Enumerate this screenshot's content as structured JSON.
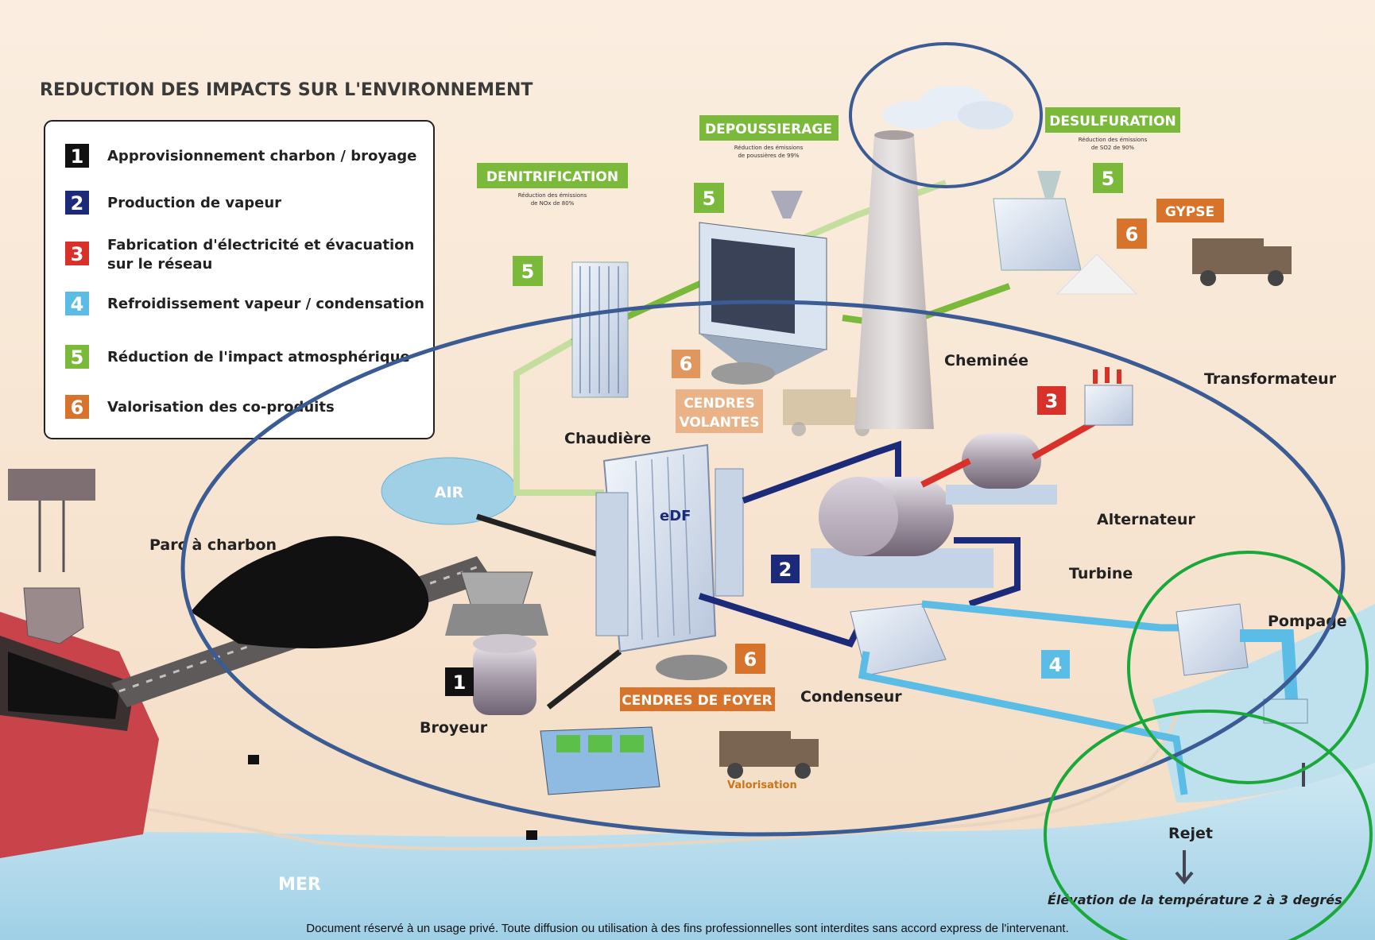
{
  "title": "REDUCTION DES IMPACTS SUR L'ENVIRONNEMENT",
  "legend": [
    {
      "num": "1",
      "text": "Approvisionnement charbon / broyage",
      "color": "#111111"
    },
    {
      "num": "2",
      "text": "Production de vapeur",
      "color": "#1c2a7a"
    },
    {
      "num": "3",
      "text": "Fabrication d'électricité et évacuation",
      "text2": "sur le réseau",
      "color": "#d9302a"
    },
    {
      "num": "4",
      "text": "Refroidissement vapeur / condensation",
      "color": "#5bbde6"
    },
    {
      "num": "5",
      "text": "Réduction de l'impact atmosphérique",
      "color": "#7ab93a"
    },
    {
      "num": "6",
      "text": "Valorisation des co-produits",
      "color": "#d7732a"
    }
  ],
  "tags": {
    "denitrification": "DENITRIFICATION",
    "denitrification_sub1": "Réduction des émissions",
    "denitrification_sub2": "de NOx de 80%",
    "depoussierage": "DEPOUSSIERAGE",
    "depoussierage_sub1": "Réduction des émissions",
    "depoussierage_sub2": "de poussières de 99%",
    "desulfuration": "DESULFURATION",
    "desulfuration_sub1": "Réduction des émissions",
    "desulfuration_sub2": "de SO2 de 90%",
    "gypse": "GYPSE",
    "cendres_volantes_1": "CENDRES",
    "cendres_volantes_2": "VOLANTES",
    "cendres_foyer": "CENDRES DE FOYER"
  },
  "labels": {
    "cheminee": "Cheminée",
    "transformateur": "Transformateur",
    "chaudiere": "Chaudière",
    "air": "AIR",
    "alternateur": "Alternateur",
    "parc": "Parc à charbon",
    "turbine": "Turbine",
    "pompage": "Pompage",
    "condenseur": "Condenseur",
    "broyeur": "Broyeur",
    "rejet": "Rejet",
    "mer": "MER",
    "elevation": "Élévation de la température 2 à 3 degrés",
    "valorisation": "Valorisation",
    "edf": "eDF"
  },
  "footer": "Document réservé à un usage privé. Toute diffusion ou utilisation à des fins professionnelles sont interdites sans accord express de l'intervenant.",
  "colors": {
    "background": "#f7e6d2",
    "sea": "#a9d6ea",
    "steam": "#1c2a7a",
    "cooling": "#5bbde6",
    "green": "#7ab93a",
    "orange": "#d7732a",
    "red": "#d9302a",
    "blue_ellipse": "#3b5b94",
    "green_circle": "#1aa83a"
  }
}
